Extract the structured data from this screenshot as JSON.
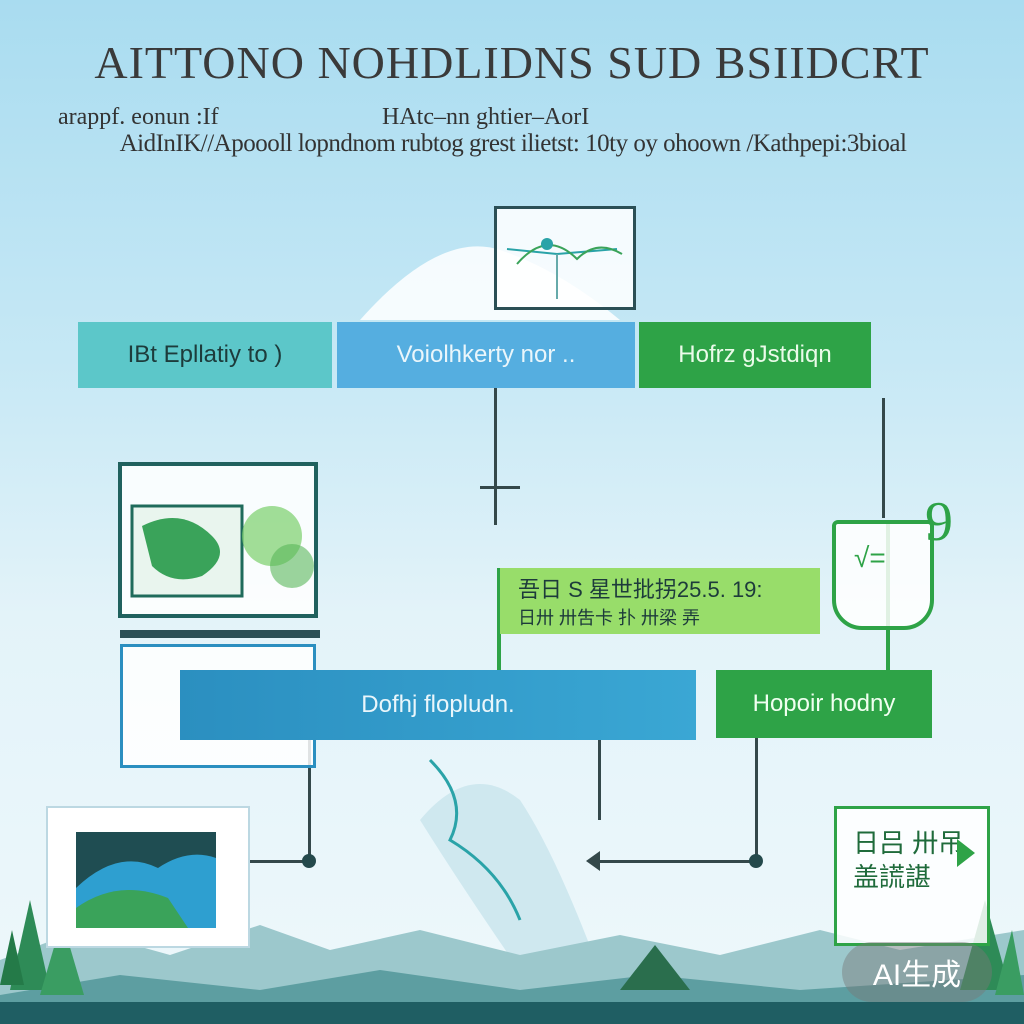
{
  "title": "AITTONO NOHDLIDNS SUD BSIIDCRT",
  "subtitle_left": "arappf. eonun :If",
  "subtitle_center": "HAtc–nn ghtier–AorI",
  "subtitle_line2": "AidInIK//Apoooll lopndnom rubtog grest ilietst: 10ty oy ohoown /Kathpepi:3bioal",
  "boxes": {
    "top_left": "IBt   Epllatiy to )",
    "top_middle": "Voiolhkerty nor ..",
    "top_right": "Hofrz gJstdiqn",
    "mid_green": "吾日 S 星世批拐25.5. 19:",
    "mid_green_line2": "日卅 卅吿卡 扑 卅梁 弄",
    "blue_bar": "Dofhj flopludn.",
    "right_green": "Hopoir hodny",
    "doc_icon": "√=",
    "bottom_right": "日吕 卅吊\n盖謊諶",
    "squiggle": "9"
  },
  "watermark": "AI生成",
  "colors": {
    "teal": "#5cc7c9",
    "blue": "#55aee0",
    "green": "#2ea347",
    "light_green": "#98dd6a",
    "dark_blue": "#2b8fc0"
  }
}
